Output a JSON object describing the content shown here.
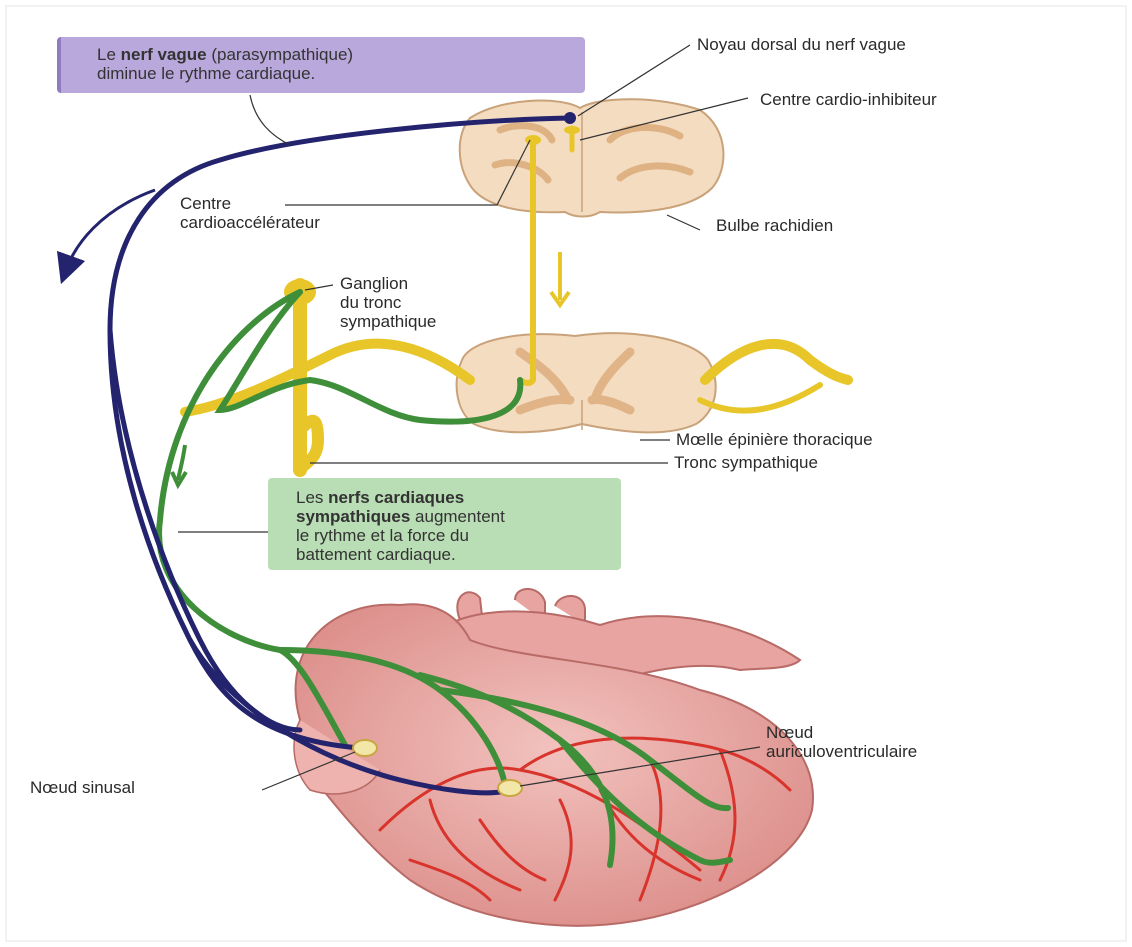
{
  "callouts": {
    "vagus": {
      "prefix": "Le ",
      "bold": "nerf vague",
      "rest1": " (parasympathique)",
      "line2": "diminue le rythme cardiaque.",
      "color": "#b9a8dc"
    },
    "sympathetic": {
      "line1_prefix": "Les ",
      "line1_bold": "nerfs cardiaques",
      "line2_bold": "sympathiques",
      "line2_rest": " augmentent",
      "line3": "le rythme et la force du",
      "line4": "battement cardiaque.",
      "color": "#b9ddb4"
    }
  },
  "labels": {
    "dorsal_nucleus": "Noyau dorsal du nerf vague",
    "cardio_inhibitory": "Centre cardio-inhibiteur",
    "cardio_accel_1": "Centre",
    "cardio_accel_2": "cardioaccélérateur",
    "medulla": "Bulbe rachidien",
    "ganglion_1": "Ganglion",
    "ganglion_2": "du tronc",
    "ganglion_3": "sympathique",
    "thoracic_cord": "Mœlle épinière thoracique",
    "sympathetic_trunk": "Tronc sympathique",
    "sa_node": "Nœud sinusal",
    "av_node_1": "Nœud",
    "av_node_2": "auriculoventriculaire"
  },
  "colors": {
    "vagus_nerve": "#23236e",
    "sympathetic_nerve": "#3f8f3a",
    "spinal_pathway": "#e8c62a",
    "heart": "#e9a7a3",
    "vessels": "#d8342c",
    "tissue": "#f4dcc0"
  }
}
